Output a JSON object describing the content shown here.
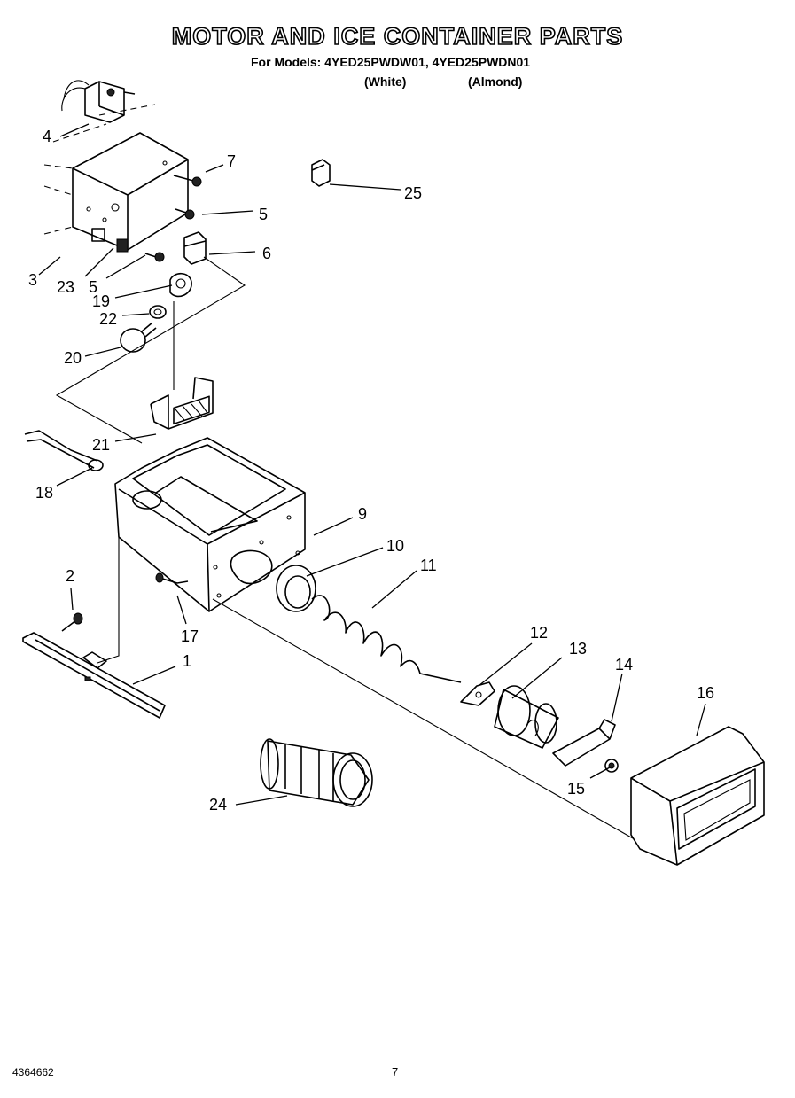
{
  "header": {
    "title": "MOTOR AND ICE CONTAINER PARTS",
    "models_line": "For Models: 4YED25PWDW01, 4YED25PWDN01",
    "variant_white": "(White)",
    "variant_almond": "(Almond)"
  },
  "callouts": {
    "c1": "1",
    "c2": "2",
    "c3": "3",
    "c4": "4",
    "c5a": "5",
    "c5b": "5",
    "c6": "6",
    "c7": "7",
    "c9": "9",
    "c10": "10",
    "c11": "11",
    "c12": "12",
    "c13": "13",
    "c14": "14",
    "c15": "15",
    "c16": "16",
    "c17": "17",
    "c18": "18",
    "c19": "19",
    "c20": "20",
    "c21": "21",
    "c22": "22",
    "c23": "23",
    "c24": "24",
    "c25": "25"
  },
  "footer": {
    "doc_number": "4364662",
    "page_number": "7"
  }
}
